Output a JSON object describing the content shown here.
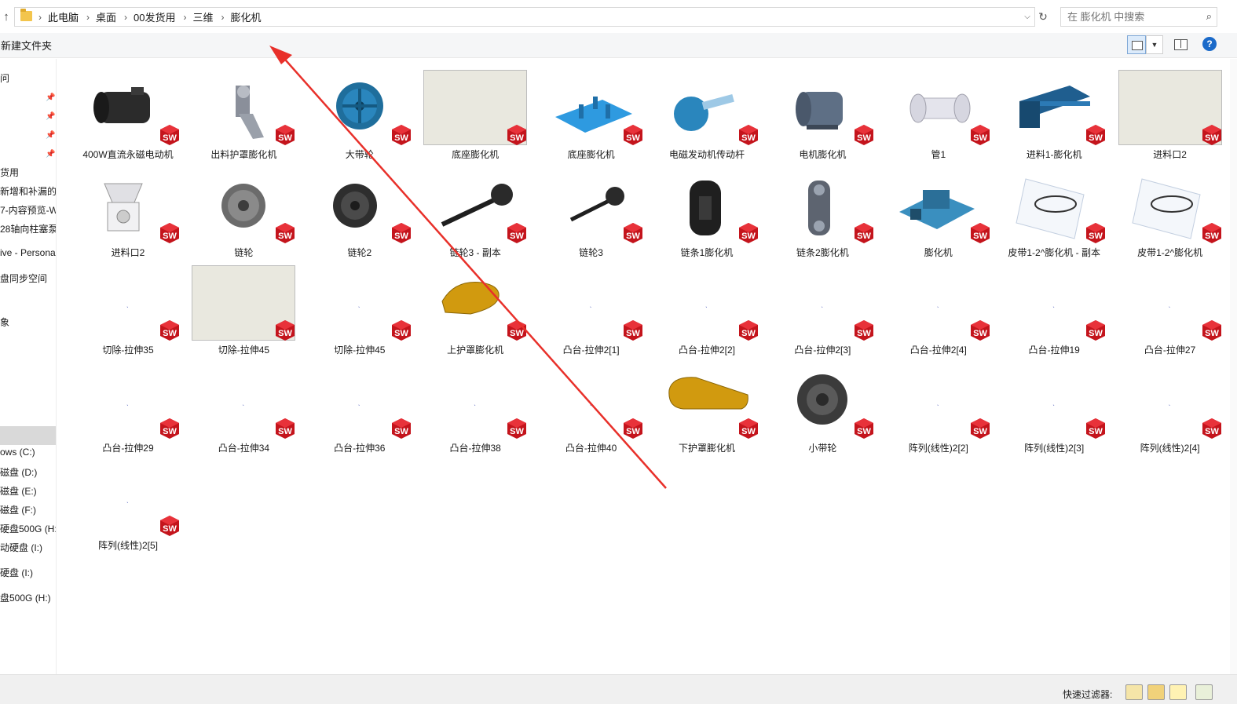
{
  "breadcrumb": [
    "此电脑",
    "桌面",
    "00发货用",
    "三维",
    "膨化机"
  ],
  "search": {
    "placeholder": "在 膨化机 中搜索"
  },
  "toolbar": {
    "new_folder": "新建文件夹",
    "help": "?"
  },
  "nav": {
    "items": [
      "问",
      "货用",
      "新增和补漏的 |",
      "7-内容预览-W",
      "28轴向柱塞泵",
      "ive - Persona",
      "盘同步空间",
      "象",
      "ows (C:)",
      "磁盘 (D:)",
      "磁盘 (E:)",
      "磁盘 (F:)",
      "硬盘500G (H:)",
      "动硬盘 (I:)",
      "硬盘 (I:)",
      "盘500G (H:)"
    ]
  },
  "files": [
    {
      "name": "400W直流永磁电动机",
      "thumb": "motor-dark"
    },
    {
      "name": "出料护罩膨化机",
      "thumb": "chute"
    },
    {
      "name": "大带轮",
      "thumb": "pulley-blue"
    },
    {
      "name": "底座膨化机",
      "thumb": "frame"
    },
    {
      "name": "底座膨化机",
      "thumb": "base-blue"
    },
    {
      "name": "电磁发动机传动杆",
      "thumb": "shaft-blue"
    },
    {
      "name": "电机膨化机",
      "thumb": "motor-blue"
    },
    {
      "name": "管1",
      "thumb": "pipe"
    },
    {
      "name": "进料1-膨化机",
      "thumb": "rack-blue"
    },
    {
      "name": "进料口2",
      "thumb": "frame"
    },
    {
      "name": "进料口2",
      "thumb": "hopper"
    },
    {
      "name": "链轮",
      "thumb": "sprocket"
    },
    {
      "name": "链轮2",
      "thumb": "sprocket-dark"
    },
    {
      "name": "链轮3 - 副本",
      "thumb": "shaft-dark"
    },
    {
      "name": "链轮3",
      "thumb": "shaft-dark-short"
    },
    {
      "name": "链条1膨化机",
      "thumb": "chain-link"
    },
    {
      "name": "链条2膨化机",
      "thumb": "chain-link-2"
    },
    {
      "name": "膨化机",
      "thumb": "machine"
    },
    {
      "name": "皮带1-2^膨化机 - 副本",
      "thumb": "belt"
    },
    {
      "name": "皮带1-2^膨化机",
      "thumb": "belt"
    },
    {
      "name": "切除-拉伸35",
      "thumb": "dot"
    },
    {
      "name": "切除-拉伸45",
      "thumb": "frame"
    },
    {
      "name": "切除-拉伸45",
      "thumb": "dot"
    },
    {
      "name": "上护罩膨化机",
      "thumb": "cover-gold"
    },
    {
      "name": "凸台-拉伸2[1]",
      "thumb": "dot"
    },
    {
      "name": "凸台-拉伸2[2]",
      "thumb": "dot"
    },
    {
      "name": "凸台-拉伸2[3]",
      "thumb": "dot"
    },
    {
      "name": "凸台-拉伸2[4]",
      "thumb": "dot"
    },
    {
      "name": "凸台-拉伸19",
      "thumb": "dot"
    },
    {
      "name": "凸台-拉伸27",
      "thumb": "dot"
    },
    {
      "name": "凸台-拉伸29",
      "thumb": "dot"
    },
    {
      "name": "凸台-拉伸34",
      "thumb": "dot"
    },
    {
      "name": "凸台-拉伸36",
      "thumb": "dot"
    },
    {
      "name": "凸台-拉伸38",
      "thumb": "dot"
    },
    {
      "name": "凸台-拉伸40",
      "thumb": "dot"
    },
    {
      "name": "下护罩膨化机",
      "thumb": "cover-gold-large"
    },
    {
      "name": "小带轮",
      "thumb": "wheel-dark"
    },
    {
      "name": "阵列(线性)2[2]",
      "thumb": "dot"
    },
    {
      "name": "阵列(线性)2[3]",
      "thumb": "dot"
    },
    {
      "name": "阵列(线性)2[4]",
      "thumb": "dot"
    },
    {
      "name": "阵列(线性)2[5]",
      "thumb": "dot"
    }
  ],
  "badge": {
    "text": "SW",
    "color": "#d7161e"
  },
  "status": {
    "filter_label": "快速过滤器:"
  },
  "colors": {
    "accent_blue": "#1b6ac9",
    "annotation_red": "#e8302a"
  }
}
